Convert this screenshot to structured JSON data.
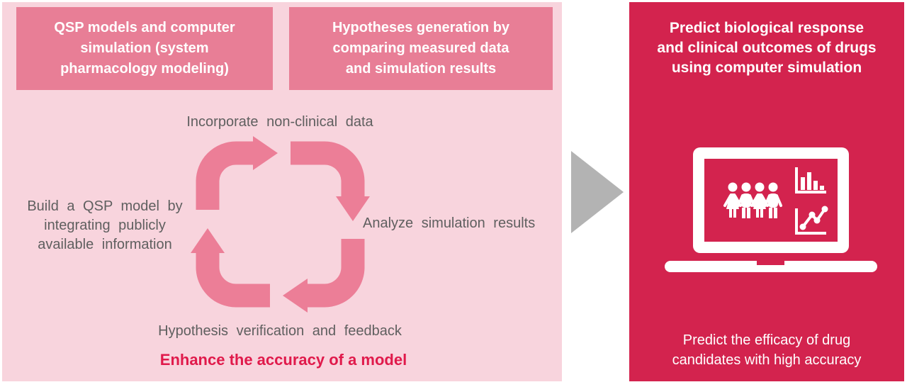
{
  "colors": {
    "left_panel_pink": "#f8d4dd",
    "header_box_pink": "#e87e96",
    "cycle_arrow_pink": "#ec7e97",
    "right_panel_red": "#d3234e",
    "accent_red": "#e01a4b",
    "label_gray": "#5f5f5f",
    "flow_arrow_gray": "#b3b3b3"
  },
  "left_panel": {
    "boxes": [
      {
        "label": "QSP models and computer\nsimulation (system\npharmacology modeling)"
      },
      {
        "label": "Hypotheses generation by\ncomparing measured data\nand simulation results"
      }
    ],
    "cycle": {
      "top": "Incorporate non-clinical data",
      "right": "Analyze simulation results",
      "bottom": "Hypothesis verification and feedback",
      "left": "Build a QSP model by\nintegrating publicly\navailable information"
    },
    "footer": "Enhance the accuracy of a model"
  },
  "right_panel": {
    "title": "Predict biological response\nand clinical outcomes of drugs\nusing computer simulation",
    "caption": "Predict the efficacy of drug\ncandidates with high accuracy",
    "icons": [
      "laptop-icon",
      "people-group-icon",
      "bar-chart-icon",
      "scatter-plot-icon"
    ]
  }
}
